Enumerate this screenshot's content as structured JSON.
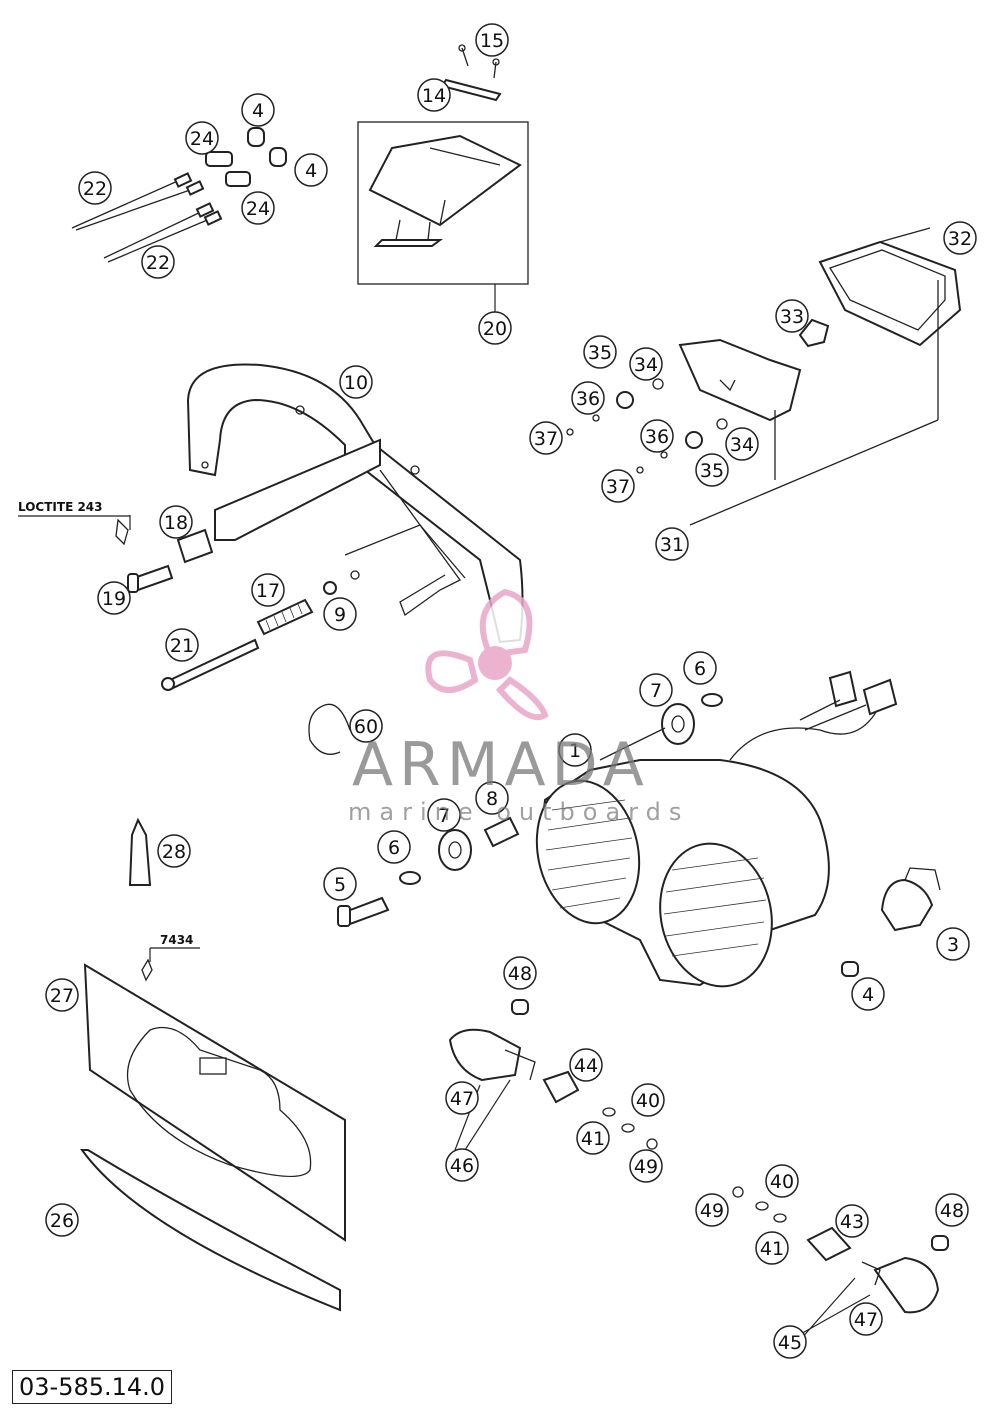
{
  "diagram": {
    "callouts": [
      "14",
      "15",
      "20",
      "4",
      "24",
      "4",
      "24",
      "22",
      "22",
      "10",
      "32",
      "33",
      "35",
      "34",
      "36",
      "37",
      "36",
      "34",
      "37",
      "35",
      "31",
      "18",
      "19",
      "17",
      "9",
      "21",
      "60",
      "7",
      "6",
      "1",
      "8",
      "7",
      "6",
      "5",
      "28",
      "3",
      "4",
      "27",
      "48",
      "44",
      "47",
      "40",
      "41",
      "49",
      "46",
      "26",
      "49",
      "40",
      "43",
      "48",
      "41",
      "47",
      "45"
    ],
    "notes": {
      "loctite": "LOCTITE 243",
      "code_7434": "7434"
    },
    "drawing_number": "03-585.14.0"
  },
  "watermark": {
    "brand": "ARMADA",
    "tagline": "marine outboards",
    "colors": {
      "logo": "#e9a6c8",
      "text": "#7a7a7a"
    }
  }
}
